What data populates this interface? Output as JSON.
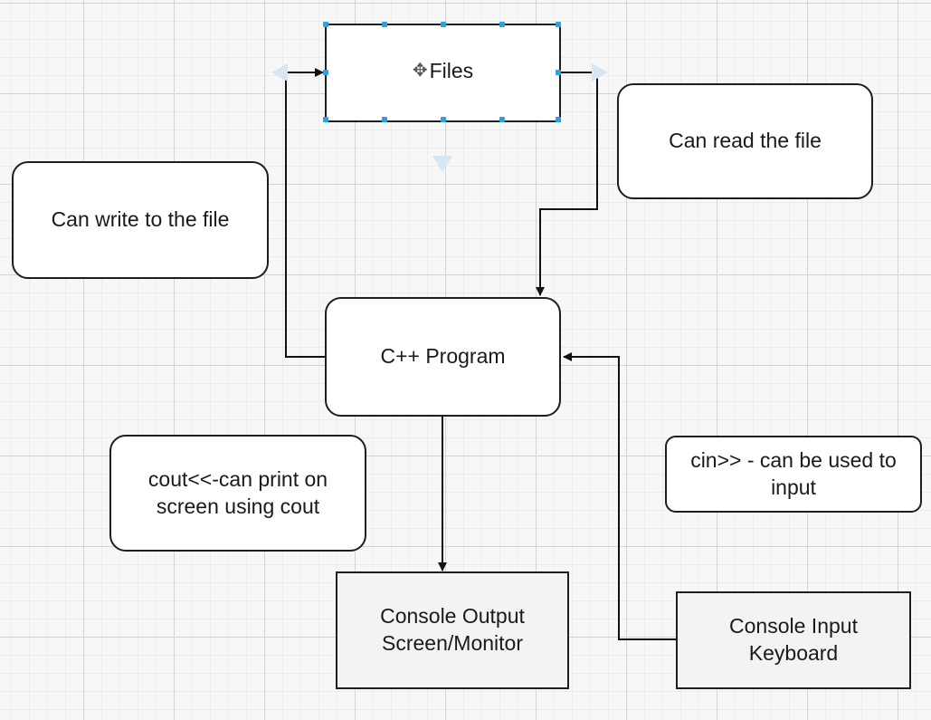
{
  "diagram": {
    "nodes": {
      "files": "Files",
      "can_write": "Can write to the file",
      "can_read": "Can read the file",
      "cpp_program": "C++ Program",
      "cout_note": "cout<<-can print on screen using cout",
      "cin_note": "cin>> - can be used to input",
      "console_output": "Console Output Screen/Monitor",
      "console_input": "Console Input Keyboard"
    },
    "edges": [
      {
        "from": "files",
        "to": "cpp_program"
      },
      {
        "from": "cpp_program",
        "to": "files"
      },
      {
        "from": "cpp_program",
        "to": "console_output"
      },
      {
        "from": "console_input",
        "to": "cpp_program"
      }
    ],
    "selected_node": "files",
    "icons": [
      "move-icon"
    ],
    "colors": {
      "handle": "#29a3e0",
      "stroke": "#1e1e1e",
      "grid": "#d4d4d4"
    }
  }
}
